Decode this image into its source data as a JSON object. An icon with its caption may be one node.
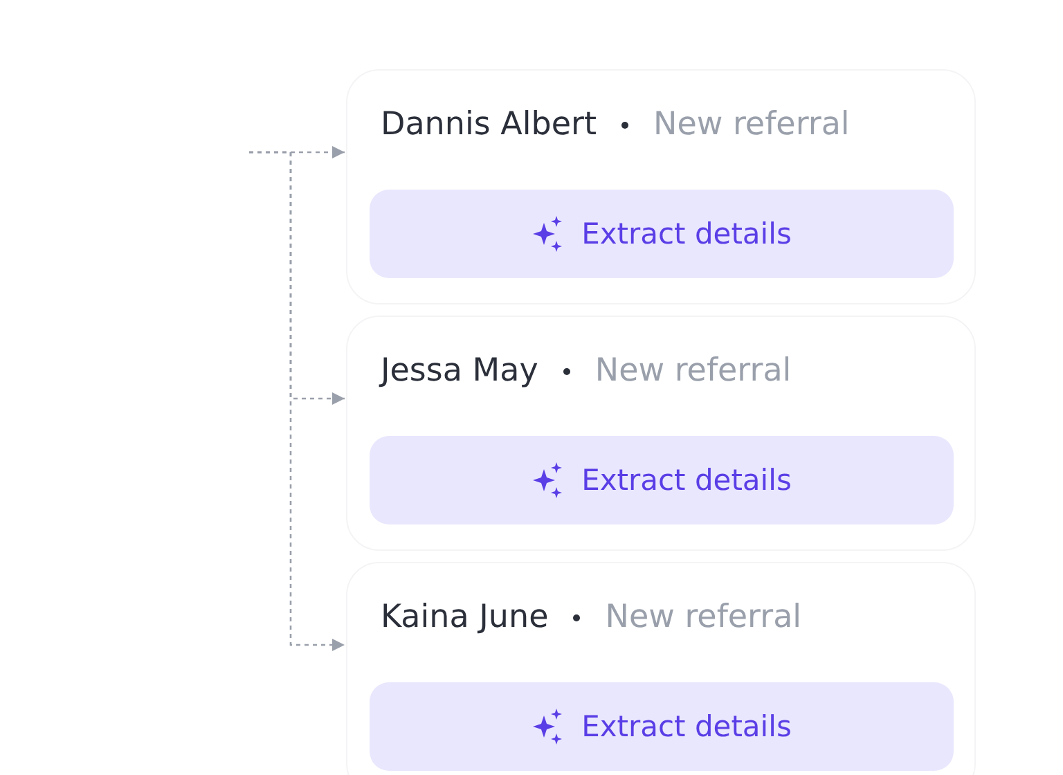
{
  "diagram": {
    "nodes": [
      {
        "text": [
          "Dannis Albert",
          "New referral"
        ]
      },
      {
        "text": [
          "Extract details"
        ],
        "in": 0
      },
      {
        "text": [
          "Jessa May",
          "New referral"
        ]
      },
      {
        "text": [
          "Extract details"
        ],
        "in": 2
      },
      {
        "text": [
          "Kaina June",
          "New referral"
        ]
      },
      {
        "text": [
          "Extract details"
        ],
        "in": 4
      }
    ],
    "edges": [
      {
        "from": null,
        "to": 0,
        "arrow": "to",
        "style": "dashed"
      },
      {
        "from": null,
        "to": 2,
        "arrow": "to",
        "style": "dashed"
      },
      {
        "from": null,
        "to": 4,
        "arrow": "to",
        "style": "dashed"
      }
    ]
  }
}
